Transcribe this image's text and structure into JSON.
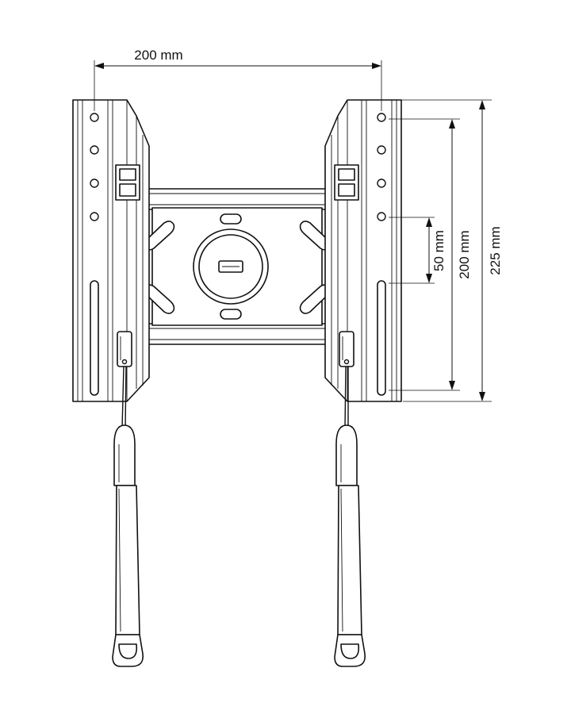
{
  "diagram": {
    "dimensions": {
      "top_width": "200 mm",
      "hole_spacing": "50 mm",
      "vertical_mid": "200 mm",
      "vertical_total": "225 mm"
    },
    "colors": {
      "line": "#111111",
      "background": "#ffffff"
    }
  }
}
